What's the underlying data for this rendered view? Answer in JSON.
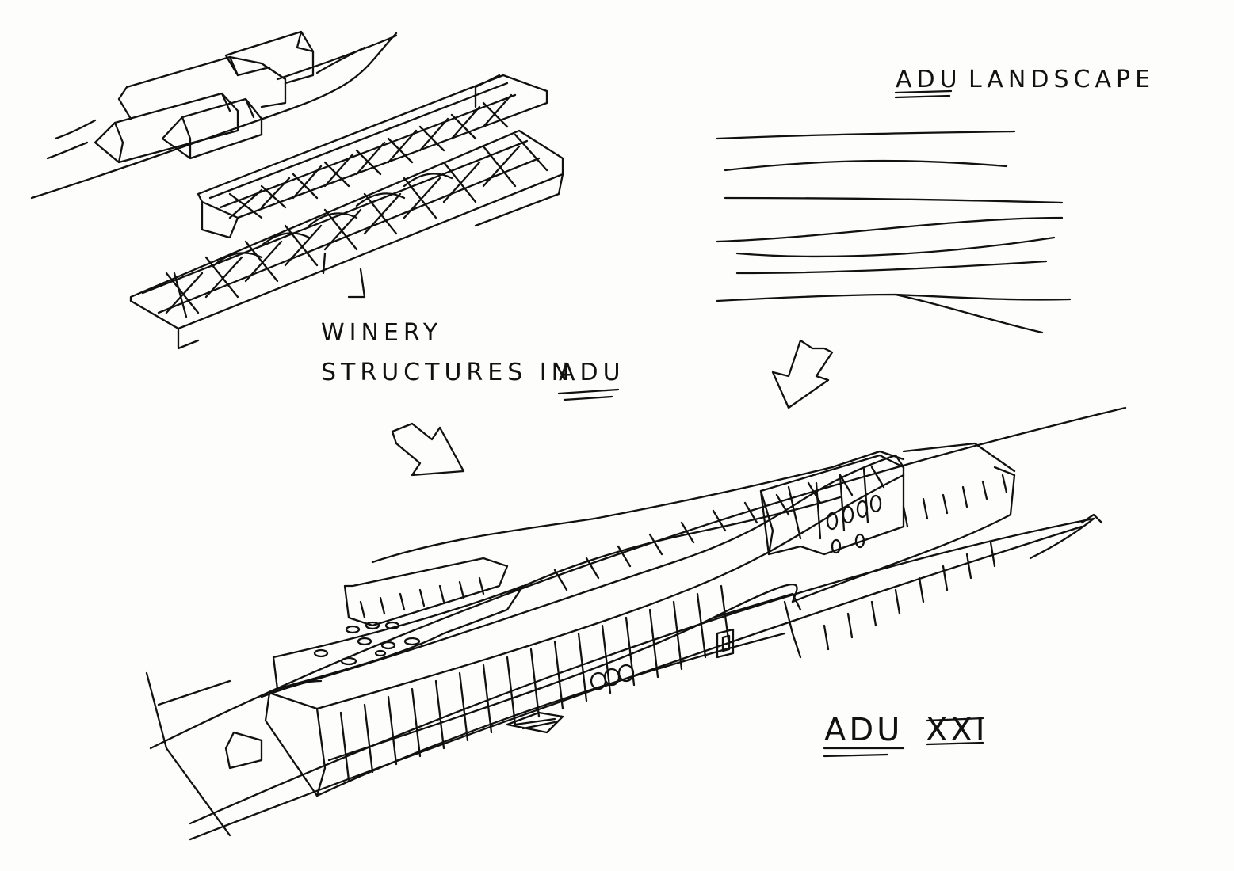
{
  "labels": {
    "landscape_title_prefix": "ADU",
    "landscape_title_rest": "LANDSCAPE",
    "winery_line1": "WINERY",
    "winery_line2_prefix": "STRUCTURES IN",
    "winery_line2_highlight": "ADU",
    "result_title_prefix": "ADU",
    "result_title_suffix": "XXI"
  }
}
